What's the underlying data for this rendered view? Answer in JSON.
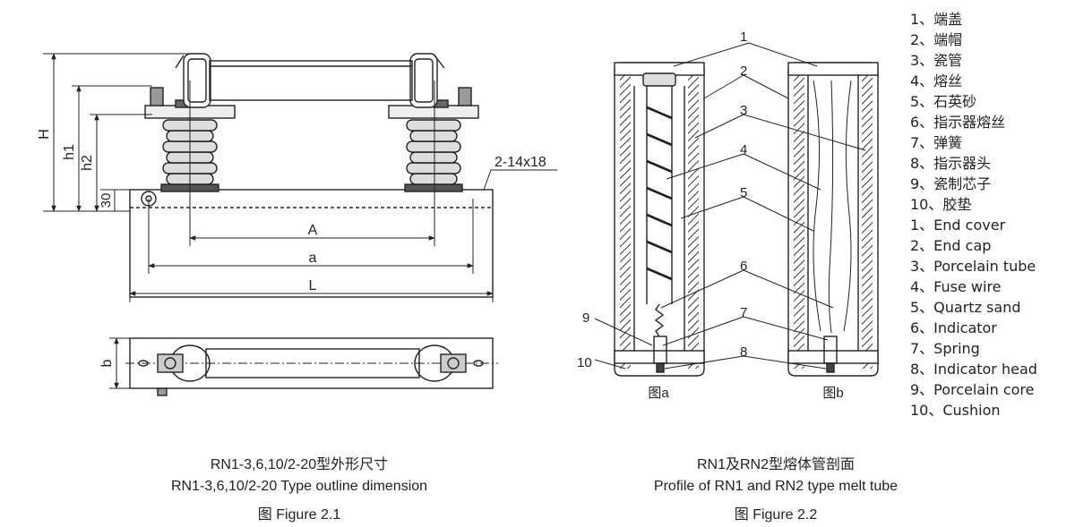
{
  "figure1": {
    "dimension_labels": {
      "H": "H",
      "h1": "h1",
      "h2": "h2",
      "d30": "30",
      "hole": "2-14x18",
      "A": "A",
      "a": "a",
      "L": "L",
      "b": "b"
    },
    "caption_cn": "RN1-3,6,10/2-20型外形尺寸",
    "caption_en": "RN1-3,6,10/2-20 Type outline dimension",
    "caption_fig": "图 Figure 2.1"
  },
  "figure2": {
    "callouts": [
      "1",
      "2",
      "3",
      "4",
      "5",
      "6",
      "7",
      "8",
      "9",
      "10"
    ],
    "sub_a": "图a",
    "sub_b": "图b",
    "caption_cn": "RN1及RN2型熔体管剖面",
    "caption_en": "Profile of RN1 and RN2 type melt tube",
    "caption_fig": "图 Figure 2.2"
  },
  "legend": [
    "1、端盖",
    "2、端帽",
    "3、瓷管",
    "4、熔丝",
    "5、石英砂",
    "6、指示器熔丝",
    "7、弹簧",
    "8、指示器头",
    "9、瓷制芯子",
    "10、胶垫",
    "1、End cover",
    "2、End cap",
    "3、Porcelain tube",
    "4、Fuse wire",
    "5、Quartz sand",
    "6、Indicator",
    "7、Spring",
    "8、Indicator head",
    "9、Porcelain core",
    "10、Cushion"
  ]
}
